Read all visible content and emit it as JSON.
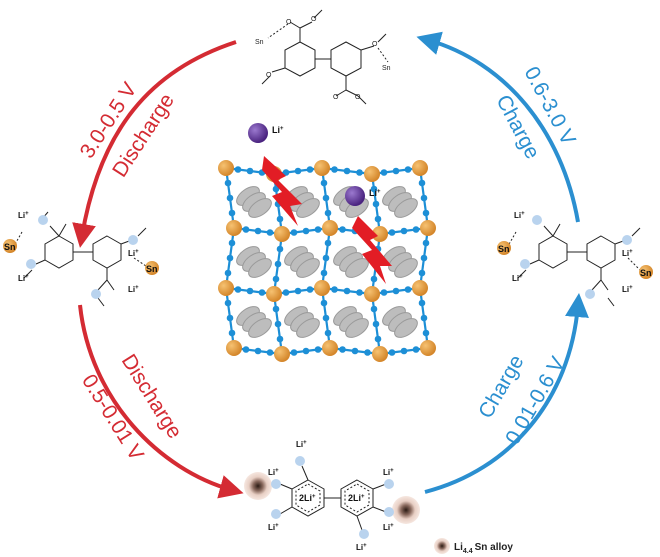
{
  "colors": {
    "discharge": "#d42b33",
    "charge": "#2b8fd0",
    "sn": "#e39a3b",
    "li_ion": "#6a3ea1",
    "bolt": "#e21d25",
    "framework_node": "#1d8fd6",
    "framework_ring": "#bdbdbd"
  },
  "arrows": {
    "top_left": {
      "voltage": "3.0-0.5 V",
      "process": "Discharge"
    },
    "bottom_left": {
      "voltage": "0.5-0.01 V",
      "process": "Discharge"
    },
    "top_right": {
      "voltage": "0.6-3.0 V",
      "process": "Charge"
    },
    "bottom_right": {
      "voltage": "0.01-0.6 V",
      "process": "Charge"
    }
  },
  "atoms": {
    "o": "O",
    "sn": "Sn",
    "li": "Li",
    "plus": "+",
    "li2": "2Li",
    "li_ion": "Li"
  },
  "legend": {
    "prefix": "Li",
    "subscript": "4.4",
    "suffix": "Sn alloy"
  }
}
